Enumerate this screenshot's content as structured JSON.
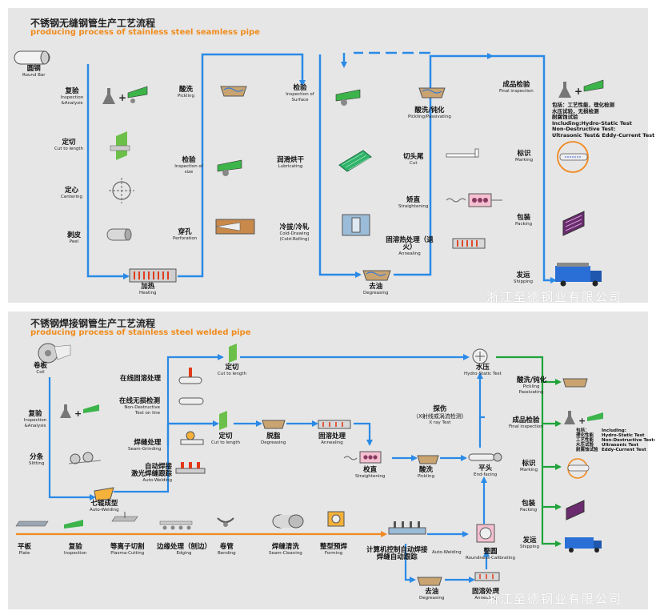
{
  "seamless": {
    "title": "不锈钢无缝钢管生产工艺流程",
    "subtitle": "producing process of stainless steel seamless pipe",
    "steps": [
      {
        "cn": "圆钢",
        "en": "Round Bar"
      },
      {
        "cn": "复验",
        "en": "Inspection &Analysis"
      },
      {
        "cn": "定切",
        "en": "Cut to length"
      },
      {
        "cn": "定心",
        "en": "Centering"
      },
      {
        "cn": "剥皮",
        "en": "Peel"
      },
      {
        "cn": "加热",
        "en": "Heating"
      },
      {
        "cn": "酸洗",
        "en": "Pickling"
      },
      {
        "cn": "检验",
        "en": "Inspection of size"
      },
      {
        "cn": "穿孔",
        "en": "Perforation"
      },
      {
        "cn": "检验",
        "en": "Inspection of Surface"
      },
      {
        "cn": "润滑烘干",
        "en": "Lubricating"
      },
      {
        "cn": "冷拔/冷轧",
        "en": "Cold-Drawing (Cold-Rolling)"
      },
      {
        "cn": "去油",
        "en": "Degreasing"
      },
      {
        "cn": "酸洗/钝化",
        "en": "Pickling/Passivating"
      },
      {
        "cn": "切头尾",
        "en": "Cut"
      },
      {
        "cn": "矫直",
        "en": "Straightening"
      },
      {
        "cn": "固溶热处理（退火）",
        "en": "Annealing"
      },
      {
        "cn": "成品检验",
        "en": "Final inspection"
      },
      {
        "cn": "标识",
        "en": "Marking"
      },
      {
        "cn": "包装",
        "en": "Packing"
      },
      {
        "cn": "发运",
        "en": "Shipping"
      }
    ],
    "note": [
      "包括：工艺性能，理化检测",
      "水压试验，无损检测",
      "耐腐蚀试验",
      "Including:Hydro-Static Test",
      "Non-Destructive Test:",
      "Ultrasonic Test& Eddy-Current Test"
    ],
    "watermark": "浙江至德钢业有限公司"
  },
  "welded": {
    "title": "不锈钢焊接钢管生产工艺流程",
    "subtitle": "producing process of stainless steel welded pipe",
    "steps": [
      {
        "cn": "卷板",
        "en": "Coil"
      },
      {
        "cn": "复验",
        "en": "Inspection &Analysis"
      },
      {
        "cn": "分条",
        "en": "Slitting"
      },
      {
        "cn": "七辊成型",
        "en": "Auto-Welding"
      },
      {
        "cn": "在线固溶处理",
        "en": ""
      },
      {
        "cn": "在线无损检测",
        "en": "Non-Destructive Test on line"
      },
      {
        "cn": "焊缝处理",
        "en": "Seam-Grinding"
      },
      {
        "cn": "自动焊接",
        "en": ""
      },
      {
        "cn": "激光焊缝跟踪",
        "en": "Auto-Welding"
      },
      {
        "cn": "定切",
        "en": "Cut to length"
      },
      {
        "cn": "定切",
        "en": "Cut to length"
      },
      {
        "cn": "脱脂",
        "en": "Degreasing"
      },
      {
        "cn": "固溶处理",
        "en": "Annealing"
      },
      {
        "cn": "校直",
        "en": "Straightening"
      },
      {
        "cn": "酸洗",
        "en": "Pickling"
      },
      {
        "cn": "平头",
        "en": "End-facing"
      },
      {
        "cn": "探伤",
        "en": "X ray Test"
      },
      {
        "cn": "（X射线或涡流检测）",
        "en": ""
      },
      {
        "cn": "水压",
        "en": "Hydro-Static Test"
      },
      {
        "cn": "酸洗/钝化",
        "en": "Pickling Passivating"
      },
      {
        "cn": "成品检验",
        "en": "Final inspection"
      },
      {
        "cn": "标识",
        "en": "Marking"
      },
      {
        "cn": "包装",
        "en": "Packing"
      },
      {
        "cn": "发运",
        "en": "Shipping"
      },
      {
        "cn": "平板",
        "en": "Plate"
      },
      {
        "cn": "复验",
        "en": "Inspection"
      },
      {
        "cn": "等离子切割",
        "en": "Plasma-Cutting"
      },
      {
        "cn": "边缘处理（刨边）",
        "en": "Edging"
      },
      {
        "cn": "卷管",
        "en": "Bending"
      },
      {
        "cn": "焊缝清洗",
        "en": "Seam-Cleaning"
      },
      {
        "cn": "整型预焊",
        "en": "Forming"
      },
      {
        "cn": "计算机控制自动焊接",
        "en": ""
      },
      {
        "cn": "焊缝自动跟踪",
        "en": "Auto-Welding"
      },
      {
        "cn": "整圆",
        "en": "Roundness-Calibrating"
      },
      {
        "cn": "去油",
        "en": "Degreasing"
      },
      {
        "cn": "固溶处理",
        "en": "Annealing"
      }
    ],
    "note": [
      "Including:",
      "Hydro-Static Test",
      "Non-Destructive Test:",
      "Ultrasonic Test",
      "Eddy-Current Test"
    ],
    "note_cn": [
      "包括：",
      "理化性能",
      "工艺性能",
      "水压试验",
      "耐腐蚀试验"
    ],
    "watermark": "浙江至德钢业有限公司"
  },
  "colors": {
    "blue": "#2a8ae6",
    "orange": "#f0891e",
    "green": "#1fa33a"
  }
}
